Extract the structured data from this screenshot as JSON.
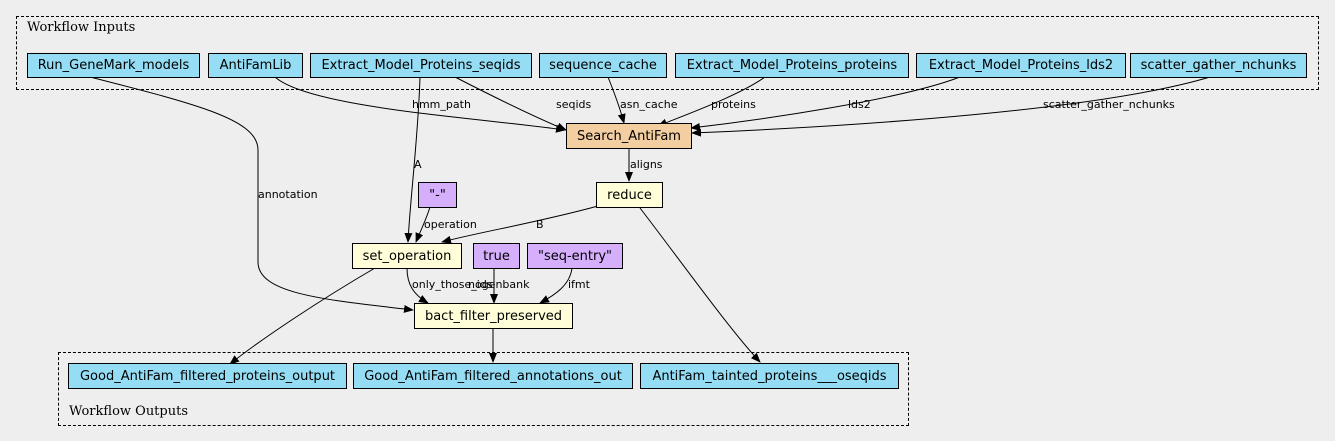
{
  "clusters": {
    "inputs": {
      "label": "Workflow Inputs"
    },
    "outputs": {
      "label": "Workflow Outputs"
    }
  },
  "nodes": {
    "run_genemark_models": "Run_GeneMark_models",
    "antifamlib": "AntiFamLib",
    "extract_seqids": "Extract_Model_Proteins_seqids",
    "sequence_cache": "sequence_cache",
    "extract_proteins": "Extract_Model_Proteins_proteins",
    "extract_lds2": "Extract_Model_Proteins_lds2",
    "scatter_gather_nchunks": "scatter_gather_nchunks",
    "search_antifam": "Search_AntiFam",
    "reduce": "reduce",
    "lit_dash": "\"-\"",
    "set_operation": "set_operation",
    "lit_true": "true",
    "lit_seq_entry": "\"seq-entry\"",
    "bact_filter_preserved": "bact_filter_preserved",
    "good_proteins_output": "Good_AntiFam_filtered_proteins_output",
    "good_annotations_out": "Good_AntiFam_filtered_annotations_out",
    "tainted_oseqids": "AntiFam_tainted_proteins___oseqids"
  },
  "edge_labels": {
    "hmm_path": "hmm_path",
    "seqids": "seqids",
    "asn_cache": "asn_cache",
    "proteins": "proteins",
    "lds2": "lds2",
    "scatter_gather_nchunks": "scatter_gather_nchunks",
    "aligns": "aligns",
    "annotation": "annotation",
    "A": "A",
    "B": "B",
    "operation": "operation",
    "only_those_ids": "only_those_ids",
    "nogenbank": "nogenbank",
    "ifmt": "ifmt"
  },
  "colors": {
    "background": "#eeeeee",
    "io_node": "#94ddf4",
    "step_node": "#f3cea1",
    "operation_node": "#fffed8",
    "literal_node": "#d5aefc"
  }
}
